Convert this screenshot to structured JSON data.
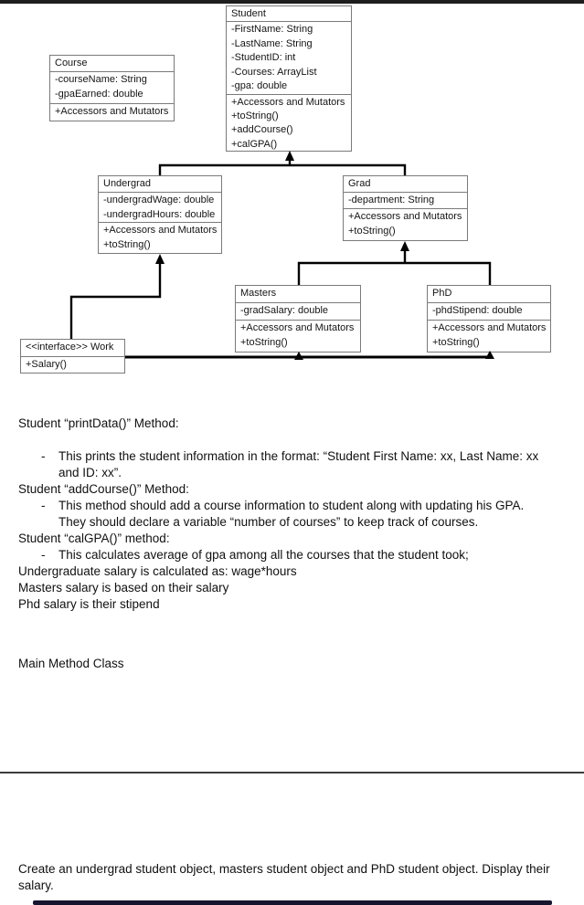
{
  "colors": {
    "top_bar": "#1e1e1e",
    "bottom_bar": "#15152e",
    "box_border": "#7a7a7a",
    "connector": "#000000",
    "divider": "#3c3c3c"
  },
  "diagram": {
    "classes": {
      "student": {
        "title": "Student",
        "attributes": [
          "-FirstName: String",
          "-LastName: String",
          "-StudentID: int",
          "-Courses: ArrayList",
          "-gpa: double"
        ],
        "methods": [
          "+Accessors and Mutators",
          "+toString()",
          "+addCourse()",
          "+calGPA()"
        ]
      },
      "course": {
        "title": "Course",
        "attributes": [
          "-courseName: String",
          "-gpaEarned: double"
        ],
        "methods": [
          "+Accessors and Mutators"
        ]
      },
      "undergrad": {
        "title": "Undergrad",
        "attributes": [
          "-undergradWage: double",
          "-undergradHours: double"
        ],
        "methods": [
          "+Accessors and Mutators",
          "+toString()"
        ]
      },
      "grad": {
        "title": "Grad",
        "attributes": [
          "-department: String"
        ],
        "methods": [
          "+Accessors and Mutators",
          "+toString()"
        ]
      },
      "masters": {
        "title": "Masters",
        "attributes": [
          "-gradSalary: double"
        ],
        "methods": [
          "+Accessors and Mutators",
          "+toString()"
        ]
      },
      "phd": {
        "title": "PhD",
        "attributes": [
          "-phdStipend: double"
        ],
        "methods": [
          "+Accessors and Mutators",
          "+toString()"
        ]
      },
      "work": {
        "title": "<<interface>> Work",
        "methods": [
          "+Salary()"
        ]
      }
    }
  },
  "notes": {
    "bullet_char": "-",
    "heading1": "Student “printData()” Method:",
    "bullet1": "This prints the student information in the format: “Student First Name: xx, Last Name: xx and ID: xx”.",
    "heading2": "Student “addCourse()” Method:",
    "bullet2": "This method should add a course information to student along with updating his GPA. They should declare a variable “number of courses” to keep track of courses.",
    "heading3": "Student “calGPA()” method:",
    "bullet3": "This calculates average of gpa among all the courses that the student took;",
    "line_undergrad": "Undergraduate salary is calculated as: wage*hours",
    "line_masters": "Masters salary is based on their salary",
    "line_phd": "Phd salary is their stipend",
    "main_method": "Main Method Class",
    "footer": "Create an undergrad student object, masters student object and PhD student object. Display their salary."
  }
}
